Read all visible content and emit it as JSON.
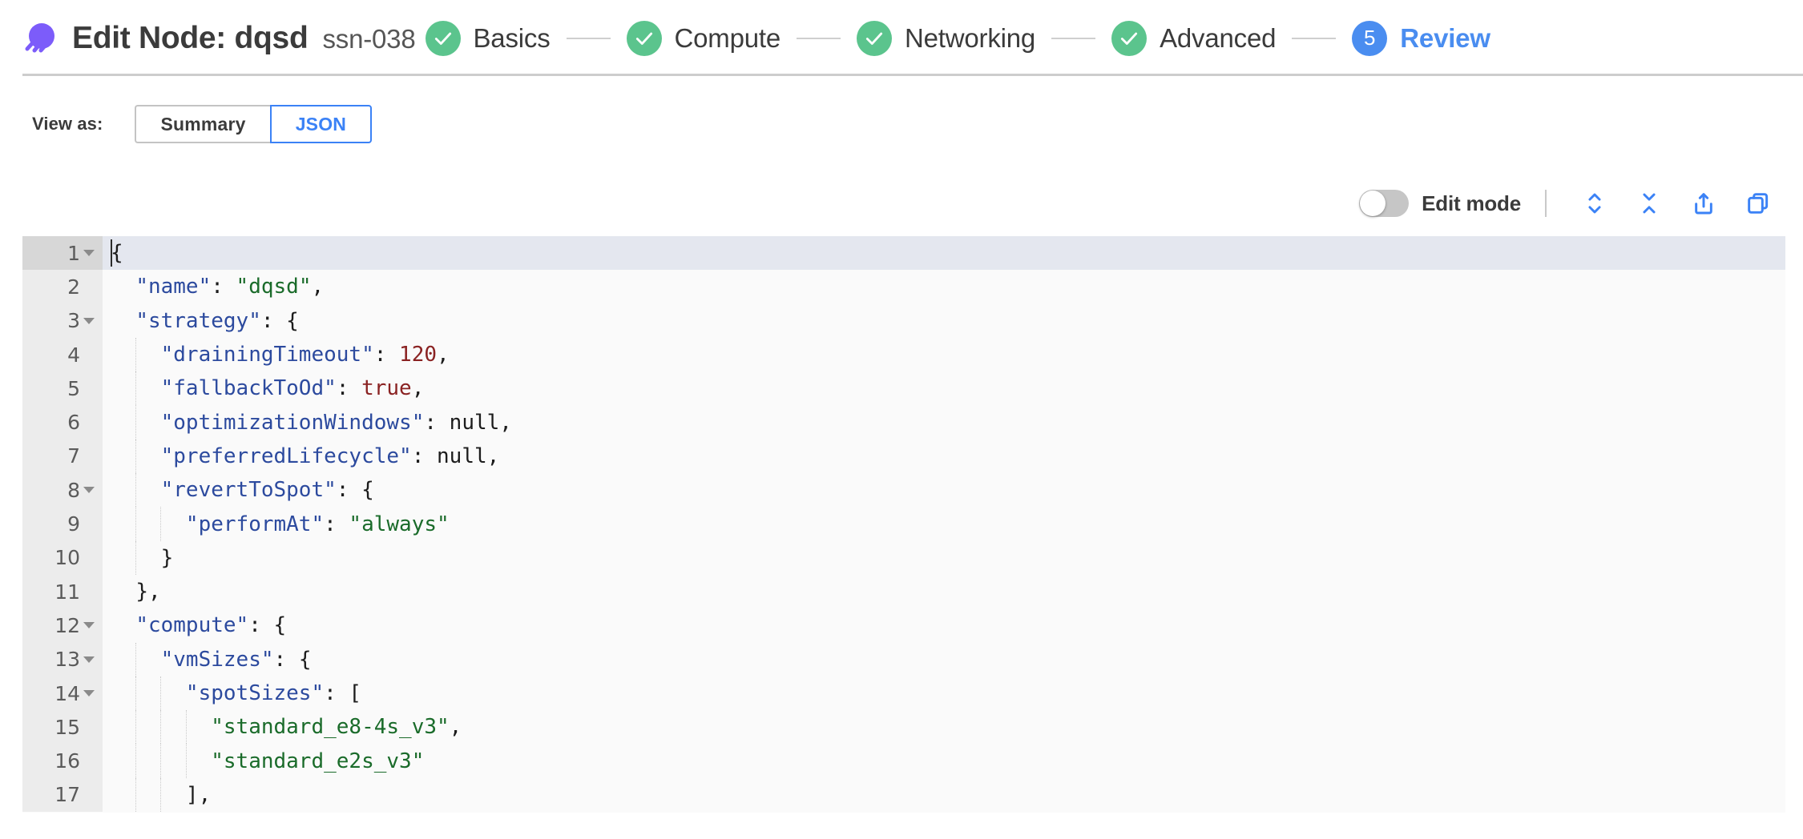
{
  "header": {
    "logo_icon": "spot-logo-icon",
    "title": "Edit Node: dqsd",
    "subtitle": "ssn-038",
    "steps": [
      {
        "label": "Basics",
        "badge": "check",
        "state": "done"
      },
      {
        "label": "Compute",
        "badge": "check",
        "state": "done"
      },
      {
        "label": "Networking",
        "badge": "check",
        "state": "done"
      },
      {
        "label": "Advanced",
        "badge": "check",
        "state": "done"
      },
      {
        "label": "Review",
        "badge": "5",
        "state": "active"
      }
    ]
  },
  "view_as": {
    "label": "View as:",
    "options": [
      "Summary",
      "JSON"
    ],
    "selected": "JSON"
  },
  "editor_toolbar": {
    "edit_mode_label": "Edit mode",
    "edit_mode_on": false,
    "actions": [
      {
        "name": "expand-all-icon",
        "tooltip": "Expand all"
      },
      {
        "name": "collapse-all-icon",
        "tooltip": "Collapse all"
      },
      {
        "name": "share-icon",
        "tooltip": "Share"
      },
      {
        "name": "copy-icon",
        "tooltip": "Copy"
      }
    ]
  },
  "colors": {
    "brand_purple": "#7c5cfa",
    "step_done_green": "#5bc48d",
    "step_active_blue": "#4a8df0",
    "accent_blue": "#3b82f6",
    "key_blue": "#2c4a9e",
    "string_green": "#1a6b2a",
    "number_red": "#8a2222",
    "active_line_bg": "#e4e7ef",
    "gutter_bg": "#ececec",
    "editor_bg": "#fafafa"
  },
  "code": {
    "language": "json",
    "active_line": 1,
    "lines": [
      {
        "n": "1",
        "fold": true,
        "indent": 0,
        "tokens": [
          {
            "t": "punc",
            "v": "{"
          }
        ]
      },
      {
        "n": "2",
        "fold": false,
        "indent": 1,
        "tokens": [
          {
            "t": "key",
            "v": "\"name\""
          },
          {
            "t": "punc",
            "v": ": "
          },
          {
            "t": "str",
            "v": "\"dqsd\""
          },
          {
            "t": "punc",
            "v": ","
          }
        ]
      },
      {
        "n": "3",
        "fold": true,
        "indent": 1,
        "tokens": [
          {
            "t": "key",
            "v": "\"strategy\""
          },
          {
            "t": "punc",
            "v": ": {"
          }
        ]
      },
      {
        "n": "4",
        "fold": false,
        "indent": 2,
        "tokens": [
          {
            "t": "key",
            "v": "\"drainingTimeout\""
          },
          {
            "t": "punc",
            "v": ": "
          },
          {
            "t": "num",
            "v": "120"
          },
          {
            "t": "punc",
            "v": ","
          }
        ]
      },
      {
        "n": "5",
        "fold": false,
        "indent": 2,
        "tokens": [
          {
            "t": "key",
            "v": "\"fallbackToOd\""
          },
          {
            "t": "punc",
            "v": ": "
          },
          {
            "t": "bool",
            "v": "true"
          },
          {
            "t": "punc",
            "v": ","
          }
        ]
      },
      {
        "n": "6",
        "fold": false,
        "indent": 2,
        "tokens": [
          {
            "t": "key",
            "v": "\"optimizationWindows\""
          },
          {
            "t": "punc",
            "v": ": "
          },
          {
            "t": "null",
            "v": "null"
          },
          {
            "t": "punc",
            "v": ","
          }
        ]
      },
      {
        "n": "7",
        "fold": false,
        "indent": 2,
        "tokens": [
          {
            "t": "key",
            "v": "\"preferredLifecycle\""
          },
          {
            "t": "punc",
            "v": ": "
          },
          {
            "t": "null",
            "v": "null"
          },
          {
            "t": "punc",
            "v": ","
          }
        ]
      },
      {
        "n": "8",
        "fold": true,
        "indent": 2,
        "tokens": [
          {
            "t": "key",
            "v": "\"revertToSpot\""
          },
          {
            "t": "punc",
            "v": ": {"
          }
        ]
      },
      {
        "n": "9",
        "fold": false,
        "indent": 3,
        "tokens": [
          {
            "t": "key",
            "v": "\"performAt\""
          },
          {
            "t": "punc",
            "v": ": "
          },
          {
            "t": "str",
            "v": "\"always\""
          }
        ]
      },
      {
        "n": "10",
        "fold": false,
        "indent": 2,
        "tokens": [
          {
            "t": "punc",
            "v": "}"
          }
        ]
      },
      {
        "n": "11",
        "fold": false,
        "indent": 1,
        "tokens": [
          {
            "t": "punc",
            "v": "},"
          }
        ]
      },
      {
        "n": "12",
        "fold": true,
        "indent": 1,
        "tokens": [
          {
            "t": "key",
            "v": "\"compute\""
          },
          {
            "t": "punc",
            "v": ": {"
          }
        ]
      },
      {
        "n": "13",
        "fold": true,
        "indent": 2,
        "tokens": [
          {
            "t": "key",
            "v": "\"vmSizes\""
          },
          {
            "t": "punc",
            "v": ": {"
          }
        ]
      },
      {
        "n": "14",
        "fold": true,
        "indent": 3,
        "tokens": [
          {
            "t": "key",
            "v": "\"spotSizes\""
          },
          {
            "t": "punc",
            "v": ": ["
          }
        ]
      },
      {
        "n": "15",
        "fold": false,
        "indent": 4,
        "tokens": [
          {
            "t": "str",
            "v": "\"standard_e8-4s_v3\""
          },
          {
            "t": "punc",
            "v": ","
          }
        ]
      },
      {
        "n": "16",
        "fold": false,
        "indent": 4,
        "tokens": [
          {
            "t": "str",
            "v": "\"standard_e2s_v3\""
          }
        ]
      },
      {
        "n": "17",
        "fold": false,
        "indent": 3,
        "tokens": [
          {
            "t": "punc",
            "v": "],"
          }
        ]
      }
    ]
  }
}
